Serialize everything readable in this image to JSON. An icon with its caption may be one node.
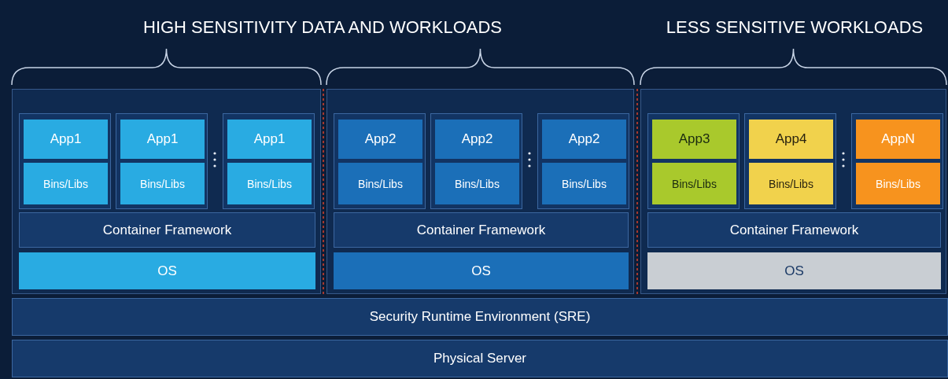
{
  "diagram": {
    "nodes": [
      {
        "text": [],
        "shape": "box"
      },
      {
        "text": [],
        "shape": "box",
        "in": 0
      },
      {
        "text": [
          "App1"
        ],
        "in": 1
      },
      {
        "text": [
          "Bins/Libs"
        ],
        "in": 1
      },
      {
        "text": [],
        "shape": "box",
        "in": 0
      },
      {
        "text": [
          "App1"
        ],
        "in": 4
      },
      {
        "text": [
          "Bins/Libs"
        ],
        "in": 4
      },
      {
        "text": [],
        "shape": "box",
        "in": 0
      },
      {
        "text": [
          "App1"
        ],
        "in": 7
      },
      {
        "text": [
          "Bins/Libs"
        ],
        "in": 7
      },
      {
        "text": [
          "Container Framework"
        ],
        "in": 0
      },
      {
        "text": [
          "OS"
        ],
        "in": 0
      },
      {
        "text": [],
        "shape": "box"
      },
      {
        "text": [],
        "shape": "box",
        "in": 12
      },
      {
        "text": [
          "App2"
        ],
        "in": 13
      },
      {
        "text": [
          "Bins/Libs"
        ],
        "in": 13
      },
      {
        "text": [],
        "shape": "box",
        "in": 12
      },
      {
        "text": [
          "App2"
        ],
        "in": 16
      },
      {
        "text": [
          "Bins/Libs"
        ],
        "in": 16
      },
      {
        "text": [],
        "shape": "box",
        "in": 12
      },
      {
        "text": [
          "App2"
        ],
        "in": 19
      },
      {
        "text": [
          "Bins/Libs"
        ],
        "in": 19
      },
      {
        "text": [
          "Container Framework"
        ],
        "in": 12
      },
      {
        "text": [
          "OS"
        ],
        "in": 12
      },
      {
        "text": [],
        "shape": "box"
      },
      {
        "text": [],
        "shape": "box",
        "in": 24
      },
      {
        "text": [
          "App3"
        ],
        "in": 25
      },
      {
        "text": [
          "Bins/Libs"
        ],
        "in": 25
      },
      {
        "text": [],
        "shape": "box",
        "in": 24
      },
      {
        "text": [
          "App4"
        ],
        "in": 28
      },
      {
        "text": [
          "Bins/Libs"
        ],
        "in": 28
      },
      {
        "text": [],
        "shape": "box",
        "in": 24
      },
      {
        "text": [
          "AppN"
        ],
        "in": 31
      },
      {
        "text": [
          "Bins/Libs"
        ],
        "in": 31
      },
      {
        "text": [
          "Container Framework"
        ],
        "in": 24
      },
      {
        "text": [
          "OS"
        ],
        "in": 24
      },
      {
        "text": [
          "Security Runtime Environment (SRE)"
        ]
      },
      {
        "text": [
          "Physical Server"
        ]
      }
    ],
    "edges": [],
    "labels": [
      "HIGH SENSITIVITY DATA AND WORKLOADS",
      "LESS SENSITIVE WORKLOADS"
    ]
  }
}
